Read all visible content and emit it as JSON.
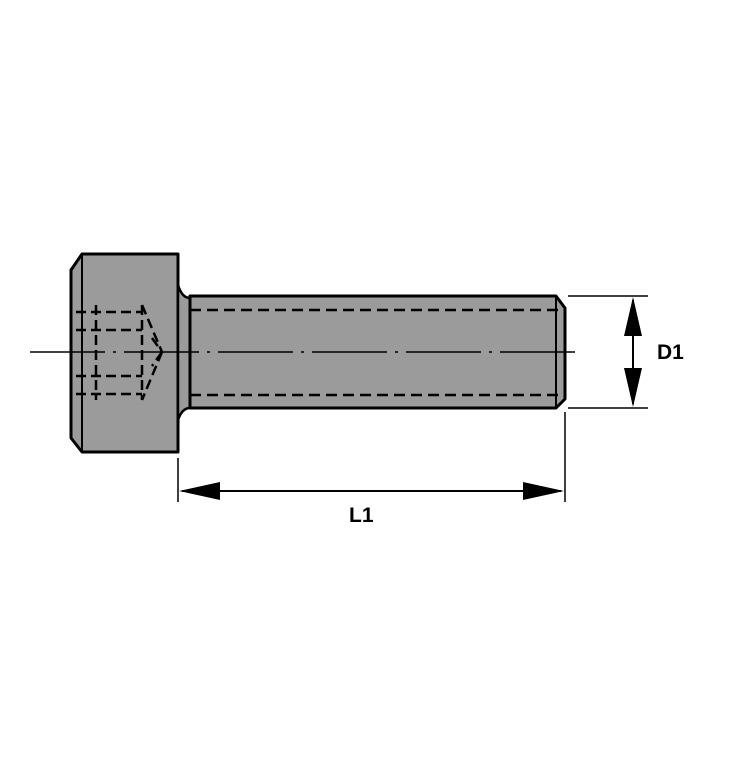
{
  "diagram": {
    "subject": "socket-head-cap-screw",
    "dimensions": {
      "diameter_label": "D1",
      "length_label": "L1"
    },
    "colors": {
      "body_fill": "#9b9b9b",
      "line": "#000000",
      "background": "#ffffff"
    }
  }
}
